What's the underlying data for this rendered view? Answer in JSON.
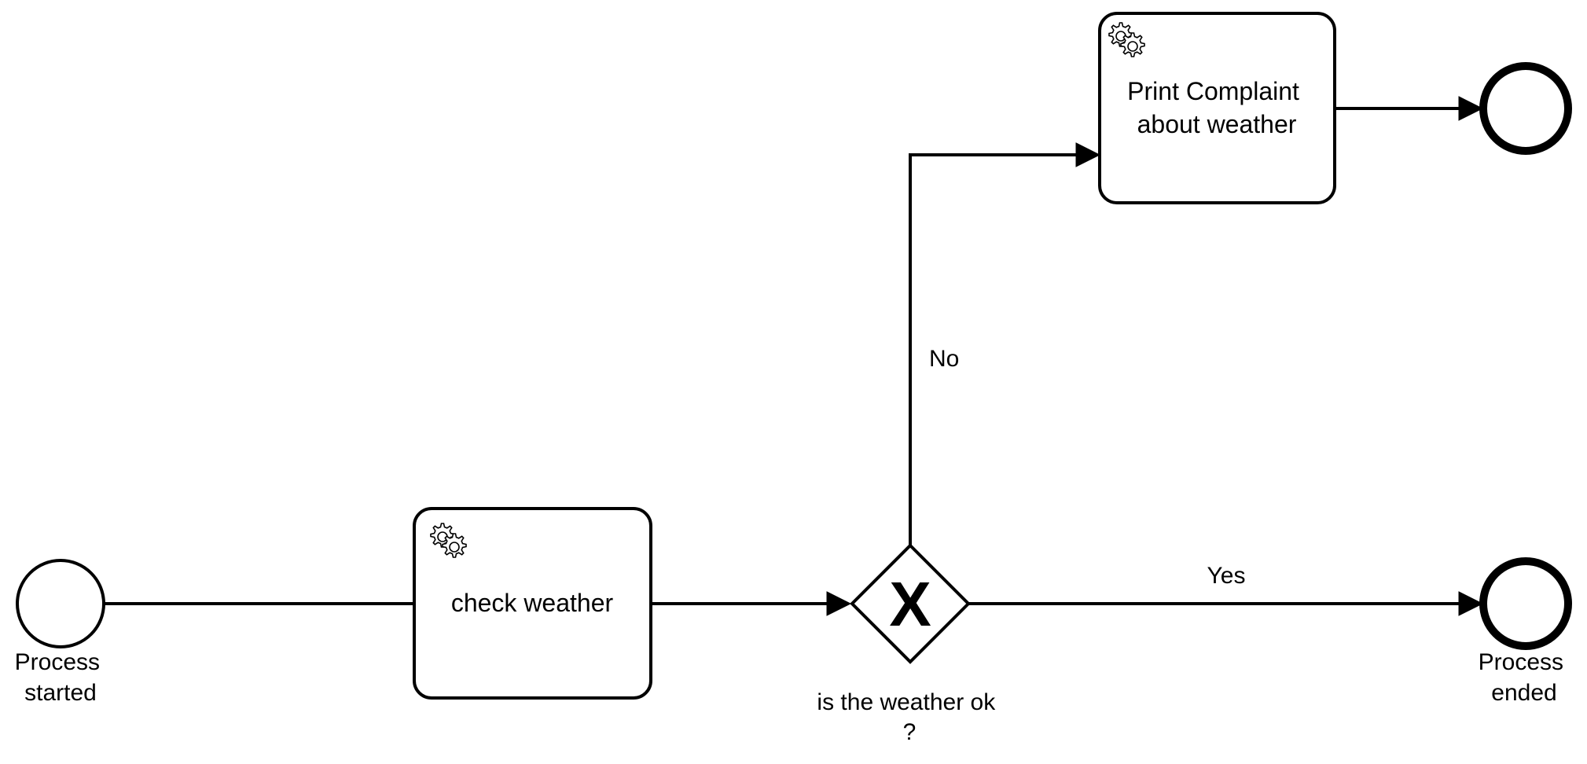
{
  "diagram": {
    "type": "bpmn-process",
    "start_event": {
      "label_line1": "Process",
      "label_line2": "started"
    },
    "task_check": {
      "label": "check weather",
      "icon": "service-task-gear-icon"
    },
    "gateway": {
      "symbol": "X",
      "label_line1": "is the weather ok",
      "label_line2": "?"
    },
    "task_complaint": {
      "label_line1": "Print Complaint",
      "label_line2": "about weather",
      "icon": "service-task-gear-icon"
    },
    "end_event_bottom": {
      "label_line1": "Process",
      "label_line2": "ended"
    },
    "flow_no": {
      "label": "No"
    },
    "flow_yes": {
      "label": "Yes"
    }
  }
}
